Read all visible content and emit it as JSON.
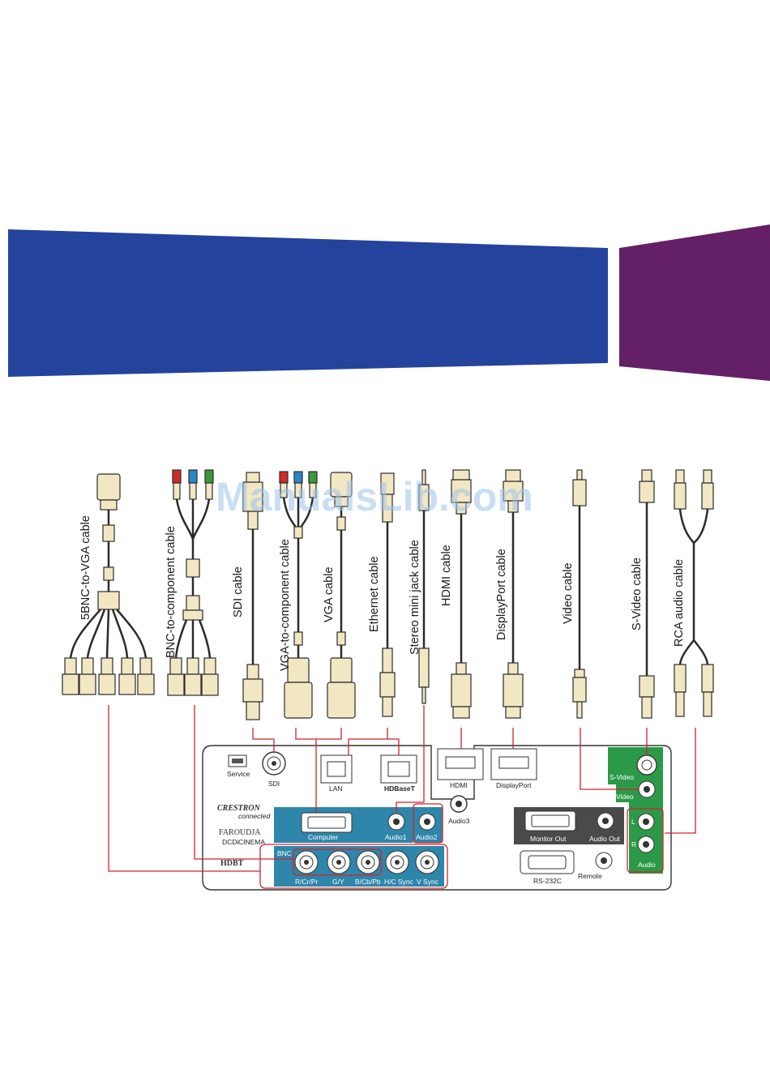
{
  "banner": {
    "left_color": "#24439c",
    "right_color": "#632067"
  },
  "watermark": "ManualsLib.com",
  "cables": [
    {
      "label": "5BNC-to-VGA cable"
    },
    {
      "label": "BNC-to-component cable"
    },
    {
      "label": "SDI cable"
    },
    {
      "label": "VGA-to-component cable"
    },
    {
      "label": "VGA cable"
    },
    {
      "label": "Ethernet cable"
    },
    {
      "label": "Stereo mini jack cable"
    },
    {
      "label": "HDMI cable"
    },
    {
      "label": "DisplayPort cable"
    },
    {
      "label": "Video cable"
    },
    {
      "label": "S-Video cable"
    },
    {
      "label": "RCA audio cable"
    }
  ],
  "ports": {
    "service": "Service",
    "sdi": "SDI",
    "lan": "LAN",
    "hdbaset": "HDBaseT",
    "hdmi": "HDMI",
    "displayport": "DisplayPort",
    "computer": "Computer",
    "audio1": "Audio1",
    "audio2": "Audio2",
    "audio3": "Audio3",
    "bnc": "BNC",
    "r_cr_pr": "R/Cr/Pr",
    "g_y": "G/Y",
    "b_cb_pb": "B/Cb/Pb",
    "h_c_sync": "H/C Sync",
    "v_sync": "V Sync",
    "monitor_out": "Monitor Out",
    "audio_out": "Audio Out",
    "rs232c": "RS-232C",
    "remote": "Remote",
    "s_video": "S-Video",
    "video": "Video",
    "audio": "Audio",
    "l": "L",
    "r": "R"
  },
  "brands": {
    "crestron": "CRESTRON",
    "crestron_sub": "connected",
    "faroudja": "FAROUDJA",
    "faroudja_sub1": "DCDi",
    "faroudja_sub2": "CINEMA",
    "hdbaset_logo": "HDBT"
  },
  "colors": {
    "connector_beige": "#f1e7c3",
    "connector_outline": "#2b2b2b",
    "panel_blue": "#2e86aa",
    "panel_green": "#2b9a48",
    "panel_dark": "#4a4a4a",
    "highlight_red": "#d2232a",
    "rca_red": "#d12a2a",
    "rca_green": "#3a9a3a",
    "rca_blue": "#2a86c8"
  }
}
